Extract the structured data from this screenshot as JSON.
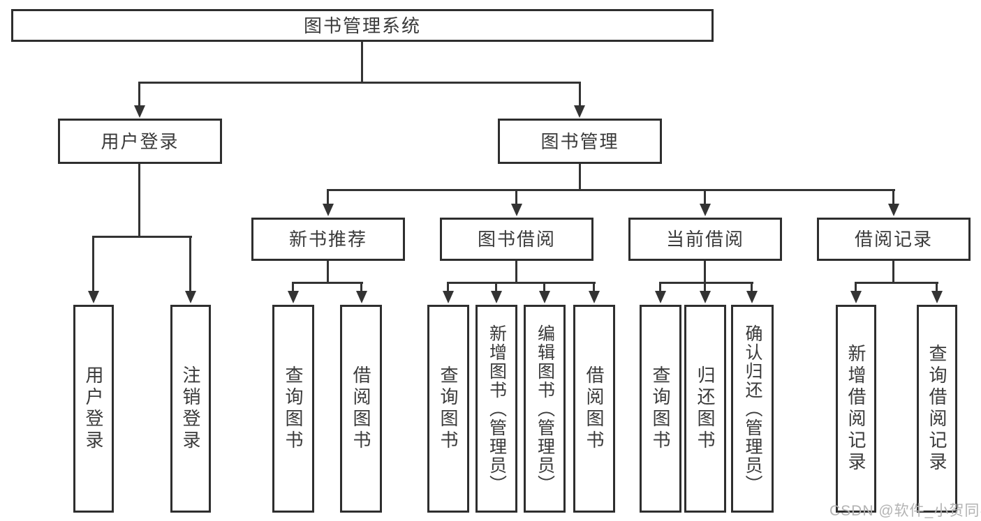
{
  "diagram": {
    "watermark": "CSDN @软件_小贺同学",
    "colors": {
      "background": "#ffffff",
      "line": "#333333",
      "box_border": "#2e2e2e",
      "text": "#3a3a3a",
      "watermark": "#b3b3b3"
    }
  },
  "tree": {
    "root": {
      "label": "图书管理系统",
      "children": [
        {
          "label": "用户登录",
          "children": [
            {
              "label": "用户登录"
            },
            {
              "label": "注销登录"
            }
          ]
        },
        {
          "label": "图书管理",
          "children": [
            {
              "label": "新书推荐",
              "children": [
                {
                  "label": "查询图书"
                },
                {
                  "label": "借阅图书"
                }
              ]
            },
            {
              "label": "图书借阅",
              "children": [
                {
                  "label": "查询图书"
                },
                {
                  "label": "新增图书（管理员）"
                },
                {
                  "label": "编辑图书（管理员）"
                },
                {
                  "label": "借阅图书"
                }
              ]
            },
            {
              "label": "当前借阅",
              "children": [
                {
                  "label": "查询图书"
                },
                {
                  "label": "归还图书"
                },
                {
                  "label": "确认归还（管理员）"
                }
              ]
            },
            {
              "label": "借阅记录",
              "children": [
                {
                  "label": "新增借阅记录"
                },
                {
                  "label": "查询借阅记录"
                }
              ]
            }
          ]
        }
      ]
    }
  }
}
